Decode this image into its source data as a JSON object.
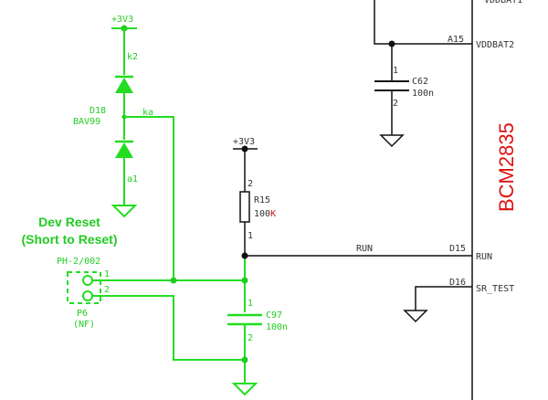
{
  "chip": {
    "name": "BCM2835",
    "color": "#dd1111"
  },
  "pins": {
    "a15": {
      "number": "A15",
      "name": "VDDBAT2"
    },
    "d15": {
      "number": "D15",
      "name": "RUN"
    },
    "d16": {
      "number": "D16",
      "name": "SR_TEST"
    }
  },
  "net_run": "RUN",
  "power_label": "+3V3",
  "d18": {
    "ref": "D18",
    "part": "BAV99",
    "k2": "k2",
    "ka": "ka",
    "a1": "a1"
  },
  "c62": {
    "ref": "C62",
    "value": "100n",
    "pin1": "1",
    "pin2": "2"
  },
  "r15": {
    "ref": "R15",
    "value_main": "100",
    "value_suffix": "K",
    "pin1": "1",
    "pin2": "2"
  },
  "c97": {
    "ref": "C97",
    "value": "100n",
    "pin1": "1",
    "pin2": "2"
  },
  "p6": {
    "part": "PH-2/002",
    "ref": "P6",
    "note": "(NF)",
    "pin1": "1",
    "pin2": "2"
  },
  "dev_reset": {
    "line1": "Dev Reset",
    "line2": "(Short to Reset)"
  },
  "colors": {
    "green": "#22cc22",
    "red": "#dd1111",
    "black": "#111111"
  }
}
